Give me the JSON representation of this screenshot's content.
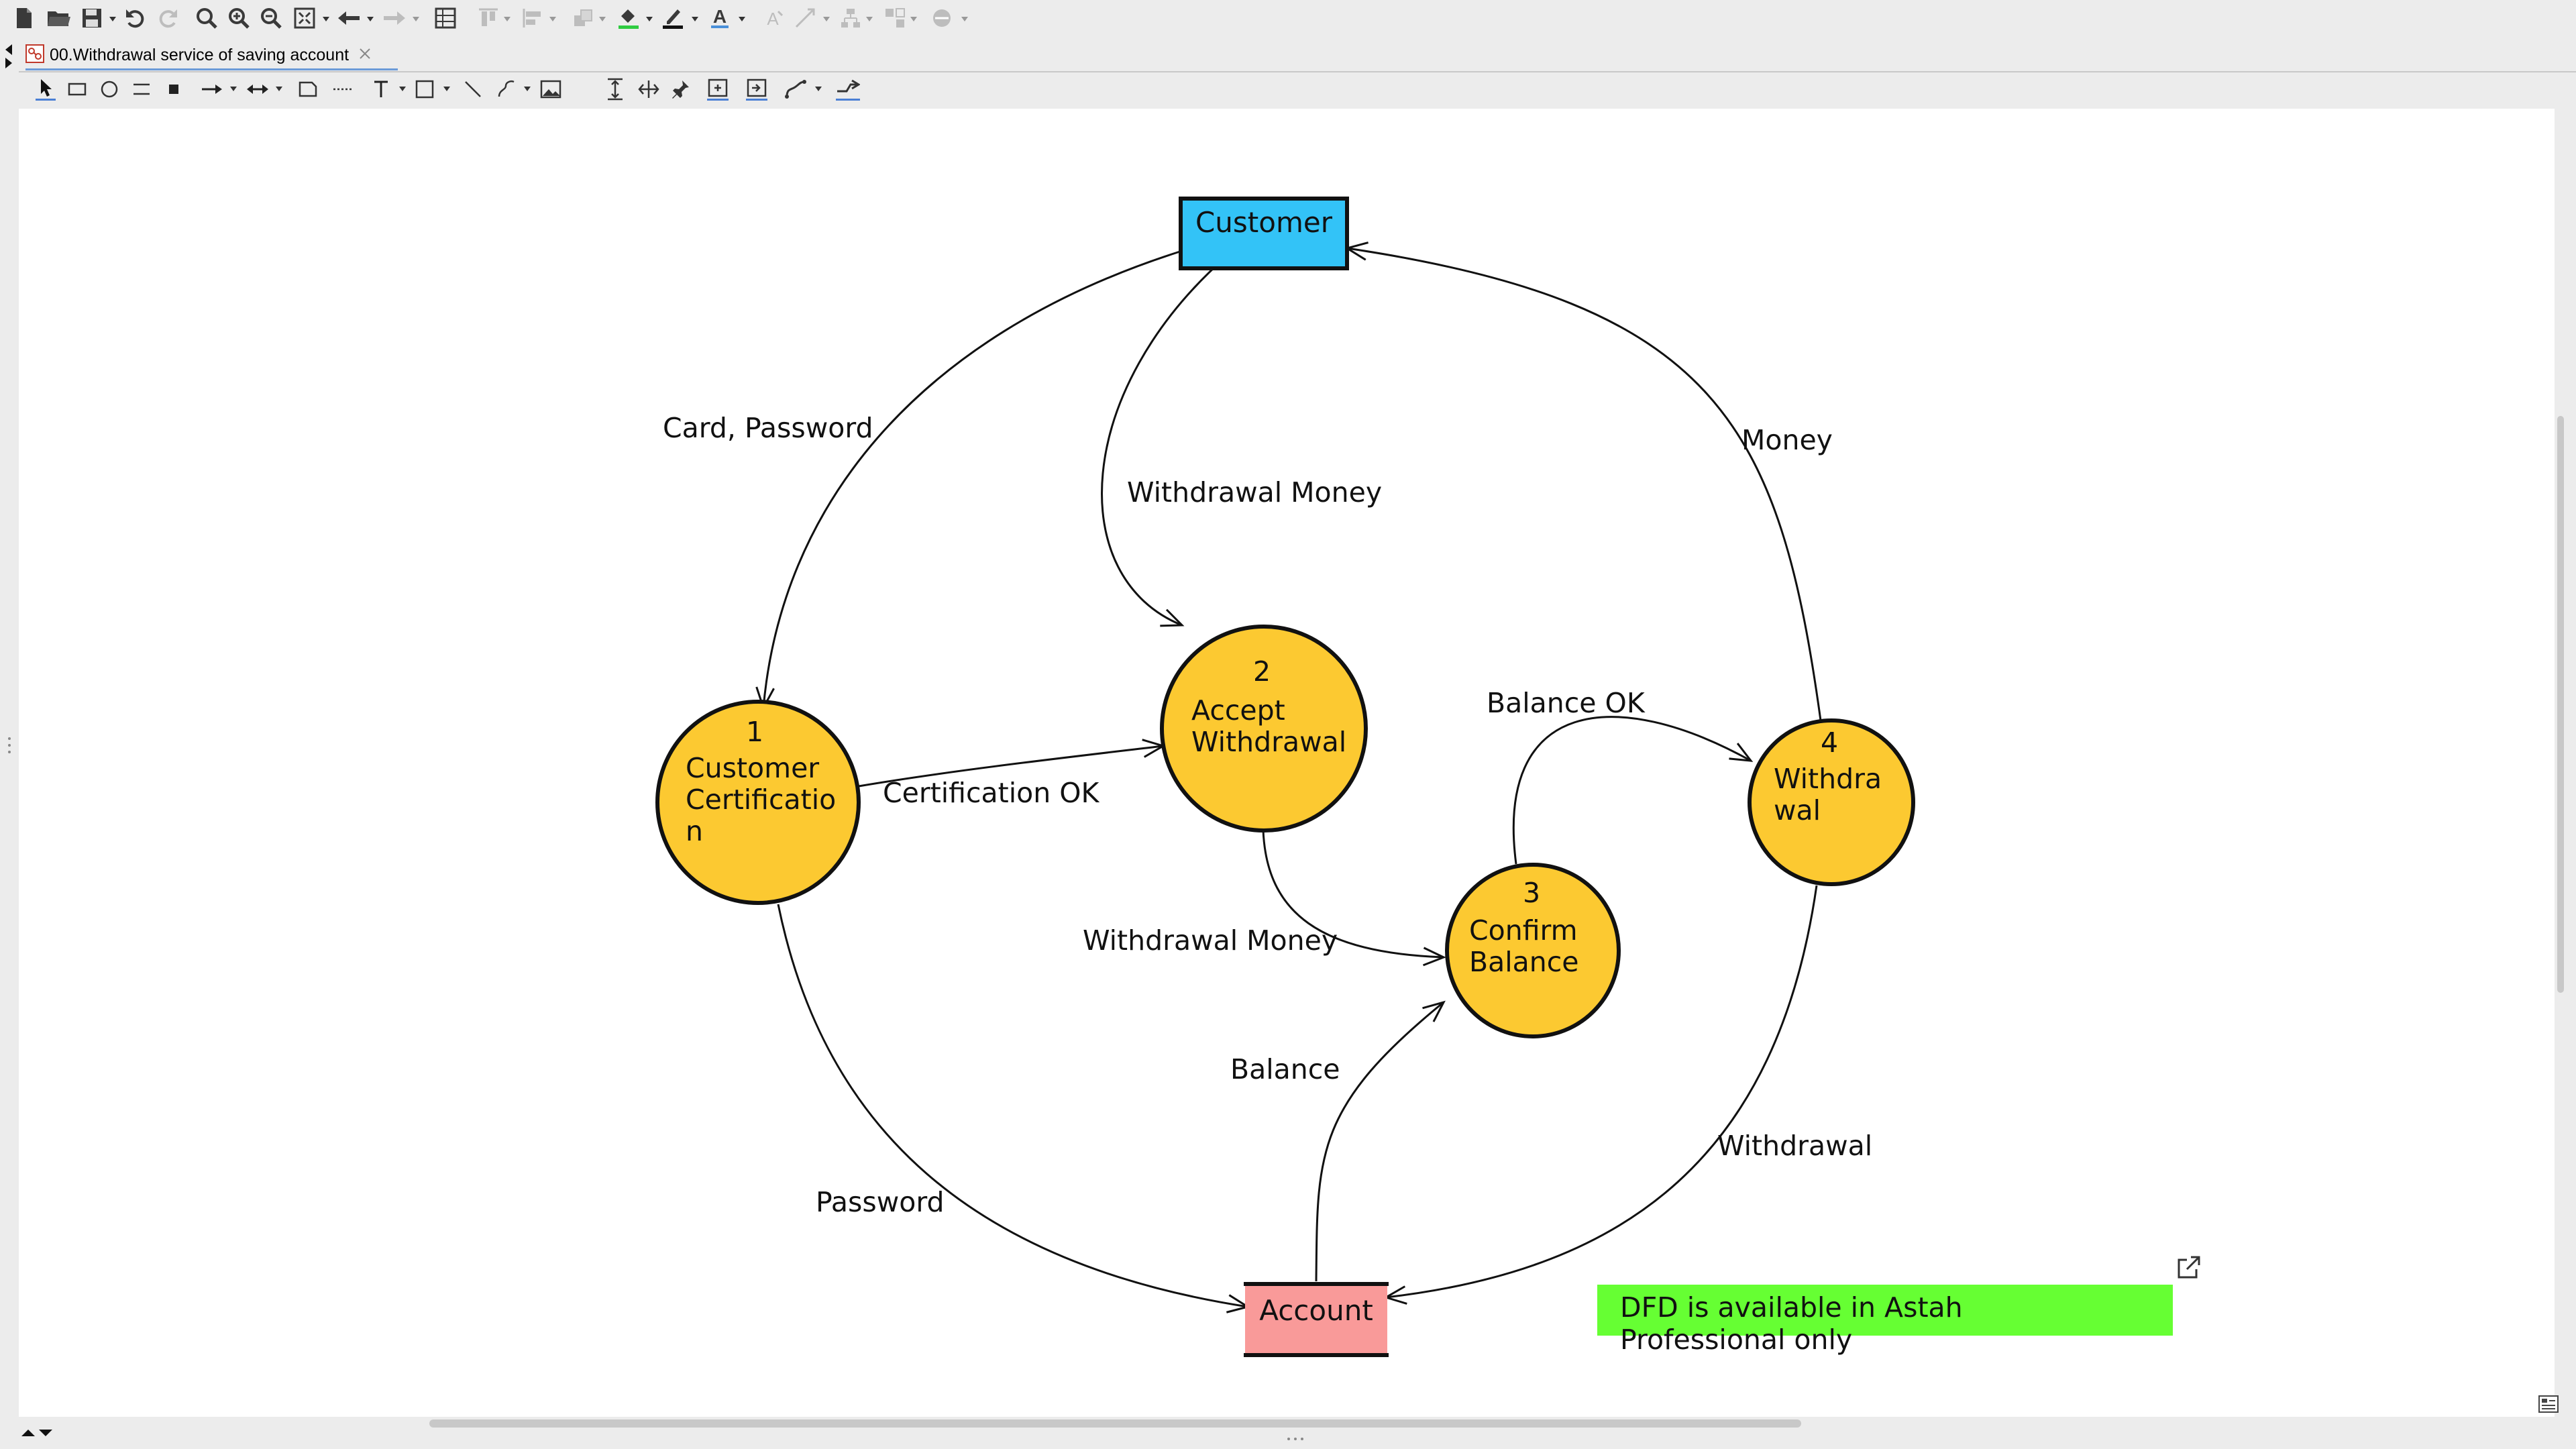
{
  "toolbar": {
    "icons": [
      "new-file-icon",
      "open-folder-icon",
      "save-icon",
      "undo-icon",
      "redo-icon",
      "zoom-search-icon",
      "zoom-in-icon",
      "zoom-out-icon",
      "fit-window-icon",
      "back-arrow-icon",
      "forward-arrow-icon",
      "grid-icon",
      "align-top-icon",
      "align-left-icon",
      "arrange-icon",
      "fill-color-icon",
      "line-color-icon",
      "font-color-icon",
      "font-style-icon",
      "line-style-icon",
      "layout-icon",
      "group-icon",
      "shape-style-icon"
    ]
  },
  "tab": {
    "title": "00.Withdrawal service of saving account"
  },
  "palette": {
    "tools": [
      "select-tool",
      "rectangle-tool",
      "circle-tool",
      "datastore-tool",
      "filled-square-tool",
      "arrow-tool",
      "bidirectional-arrow-tool",
      "note-tool",
      "dashed-line-tool",
      "text-tool",
      "frame-tool",
      "line-tool",
      "curve-tool",
      "image-tool",
      "distribute-vertical-tool",
      "distribute-horizontal-tool",
      "pin-tool",
      "fit-frame-tool",
      "fit-content-tool",
      "connector-tool",
      "auto-layout-tool"
    ]
  },
  "diagram": {
    "entities": {
      "customer": "Customer",
      "account": "Account"
    },
    "processes": [
      {
        "number": "1",
        "name": "Customer\nCertificatio\nn"
      },
      {
        "number": "2",
        "name": "Accept\nWithdrawal"
      },
      {
        "number": "3",
        "name": "Confirm\nBalance"
      },
      {
        "number": "4",
        "name": "Withdra\nwal"
      }
    ],
    "flows": {
      "card_password": "Card, Password",
      "withdrawal_money_top": "Withdrawal Money",
      "money": "Money",
      "certification_ok": "Certification OK",
      "balance_ok": "Balance OK",
      "withdrawal_money_bottom": "Withdrawal Money",
      "balance": "Balance",
      "withdrawal": "Withdrawal",
      "password": "Password"
    },
    "note": "DFD is available in Astah Professional only"
  },
  "colors": {
    "external_entity_customer": "#33c3f7",
    "external_entity_account": "#f99a99",
    "process": "#fcc931",
    "note": "#66ff33"
  }
}
